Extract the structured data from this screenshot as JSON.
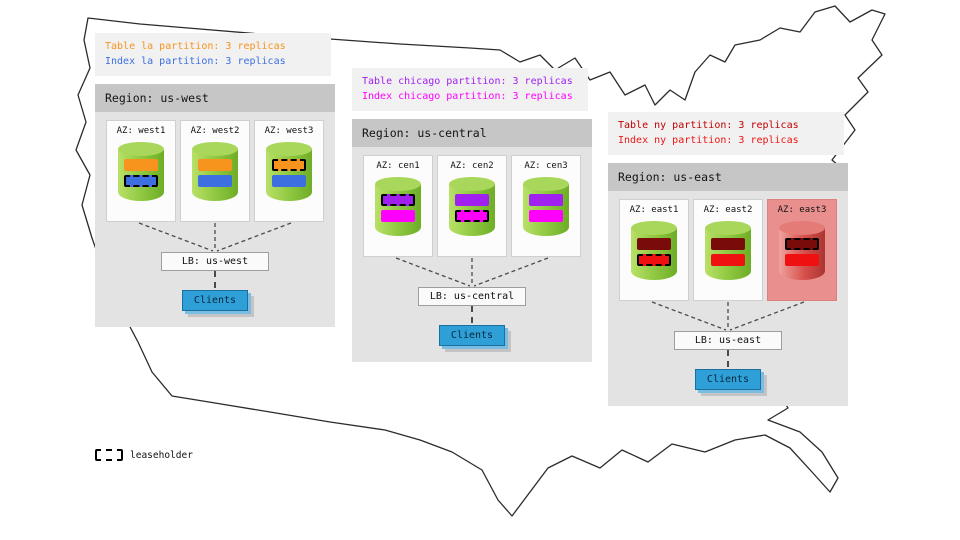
{
  "legend": {
    "label": "leaseholder"
  },
  "colors": {
    "cylinder_green": "#8cc63e",
    "cylinder_red": "#d6504c",
    "az_down_background": "#e9908f",
    "clients_blue": "#2f9fd8"
  },
  "regions": [
    {
      "caption": {
        "table_line": "Table la partition: 3 replicas",
        "index_line": "Index la partition: 3 replicas",
        "table_color": "#f7941d",
        "index_color": "#3d6fe0"
      },
      "title": "Region: us-west",
      "lb_label": "LB: us-west",
      "clients_label": "Clients",
      "azs": [
        {
          "label": "AZ: west1",
          "down": false,
          "bars": [
            {
              "color": "#f7941d",
              "leaseholder": false
            },
            {
              "color": "#3d6fe0",
              "leaseholder": true
            }
          ]
        },
        {
          "label": "AZ: west2",
          "down": false,
          "bars": [
            {
              "color": "#f7941d",
              "leaseholder": false
            },
            {
              "color": "#3d6fe0",
              "leaseholder": false
            }
          ]
        },
        {
          "label": "AZ: west3",
          "down": false,
          "bars": [
            {
              "color": "#f7941d",
              "leaseholder": true
            },
            {
              "color": "#3d6fe0",
              "leaseholder": false
            }
          ]
        }
      ]
    },
    {
      "caption": {
        "table_line": "Table chicago partition: 3 replicas",
        "index_line": "Index chicago partition: 3 replicas",
        "table_color": "#a020f0",
        "index_color": "#ff00ff"
      },
      "title": "Region: us-central",
      "lb_label": "LB: us-central",
      "clients_label": "Clients",
      "azs": [
        {
          "label": "AZ: cen1",
          "down": false,
          "bars": [
            {
              "color": "#a020f0",
              "leaseholder": true
            },
            {
              "color": "#ff00ff",
              "leaseholder": false
            }
          ]
        },
        {
          "label": "AZ: cen2",
          "down": false,
          "bars": [
            {
              "color": "#a020f0",
              "leaseholder": false
            },
            {
              "color": "#ff00ff",
              "leaseholder": true
            }
          ]
        },
        {
          "label": "AZ: cen3",
          "down": false,
          "bars": [
            {
              "color": "#a020f0",
              "leaseholder": false
            },
            {
              "color": "#ff00ff",
              "leaseholder": false
            }
          ]
        }
      ]
    },
    {
      "caption": {
        "table_line": "Table ny partition: 3 replicas",
        "index_line": "Index ny partition: 3 replicas",
        "table_color": "#c00000",
        "index_color": "#f01414"
      },
      "title": "Region: us-east",
      "lb_label": "LB: us-east",
      "clients_label": "Clients",
      "azs": [
        {
          "label": "AZ: east1",
          "down": false,
          "bars": [
            {
              "color": "#7a0b0b",
              "leaseholder": false
            },
            {
              "color": "#ef1111",
              "leaseholder": true
            }
          ]
        },
        {
          "label": "AZ: east2",
          "down": false,
          "bars": [
            {
              "color": "#7a0b0b",
              "leaseholder": false
            },
            {
              "color": "#ef1111",
              "leaseholder": false
            }
          ]
        },
        {
          "label": "AZ: east3",
          "down": true,
          "bars": [
            {
              "color": "#7a0b0b",
              "leaseholder": true
            },
            {
              "color": "#ef1111",
              "leaseholder": false
            }
          ]
        }
      ]
    }
  ]
}
